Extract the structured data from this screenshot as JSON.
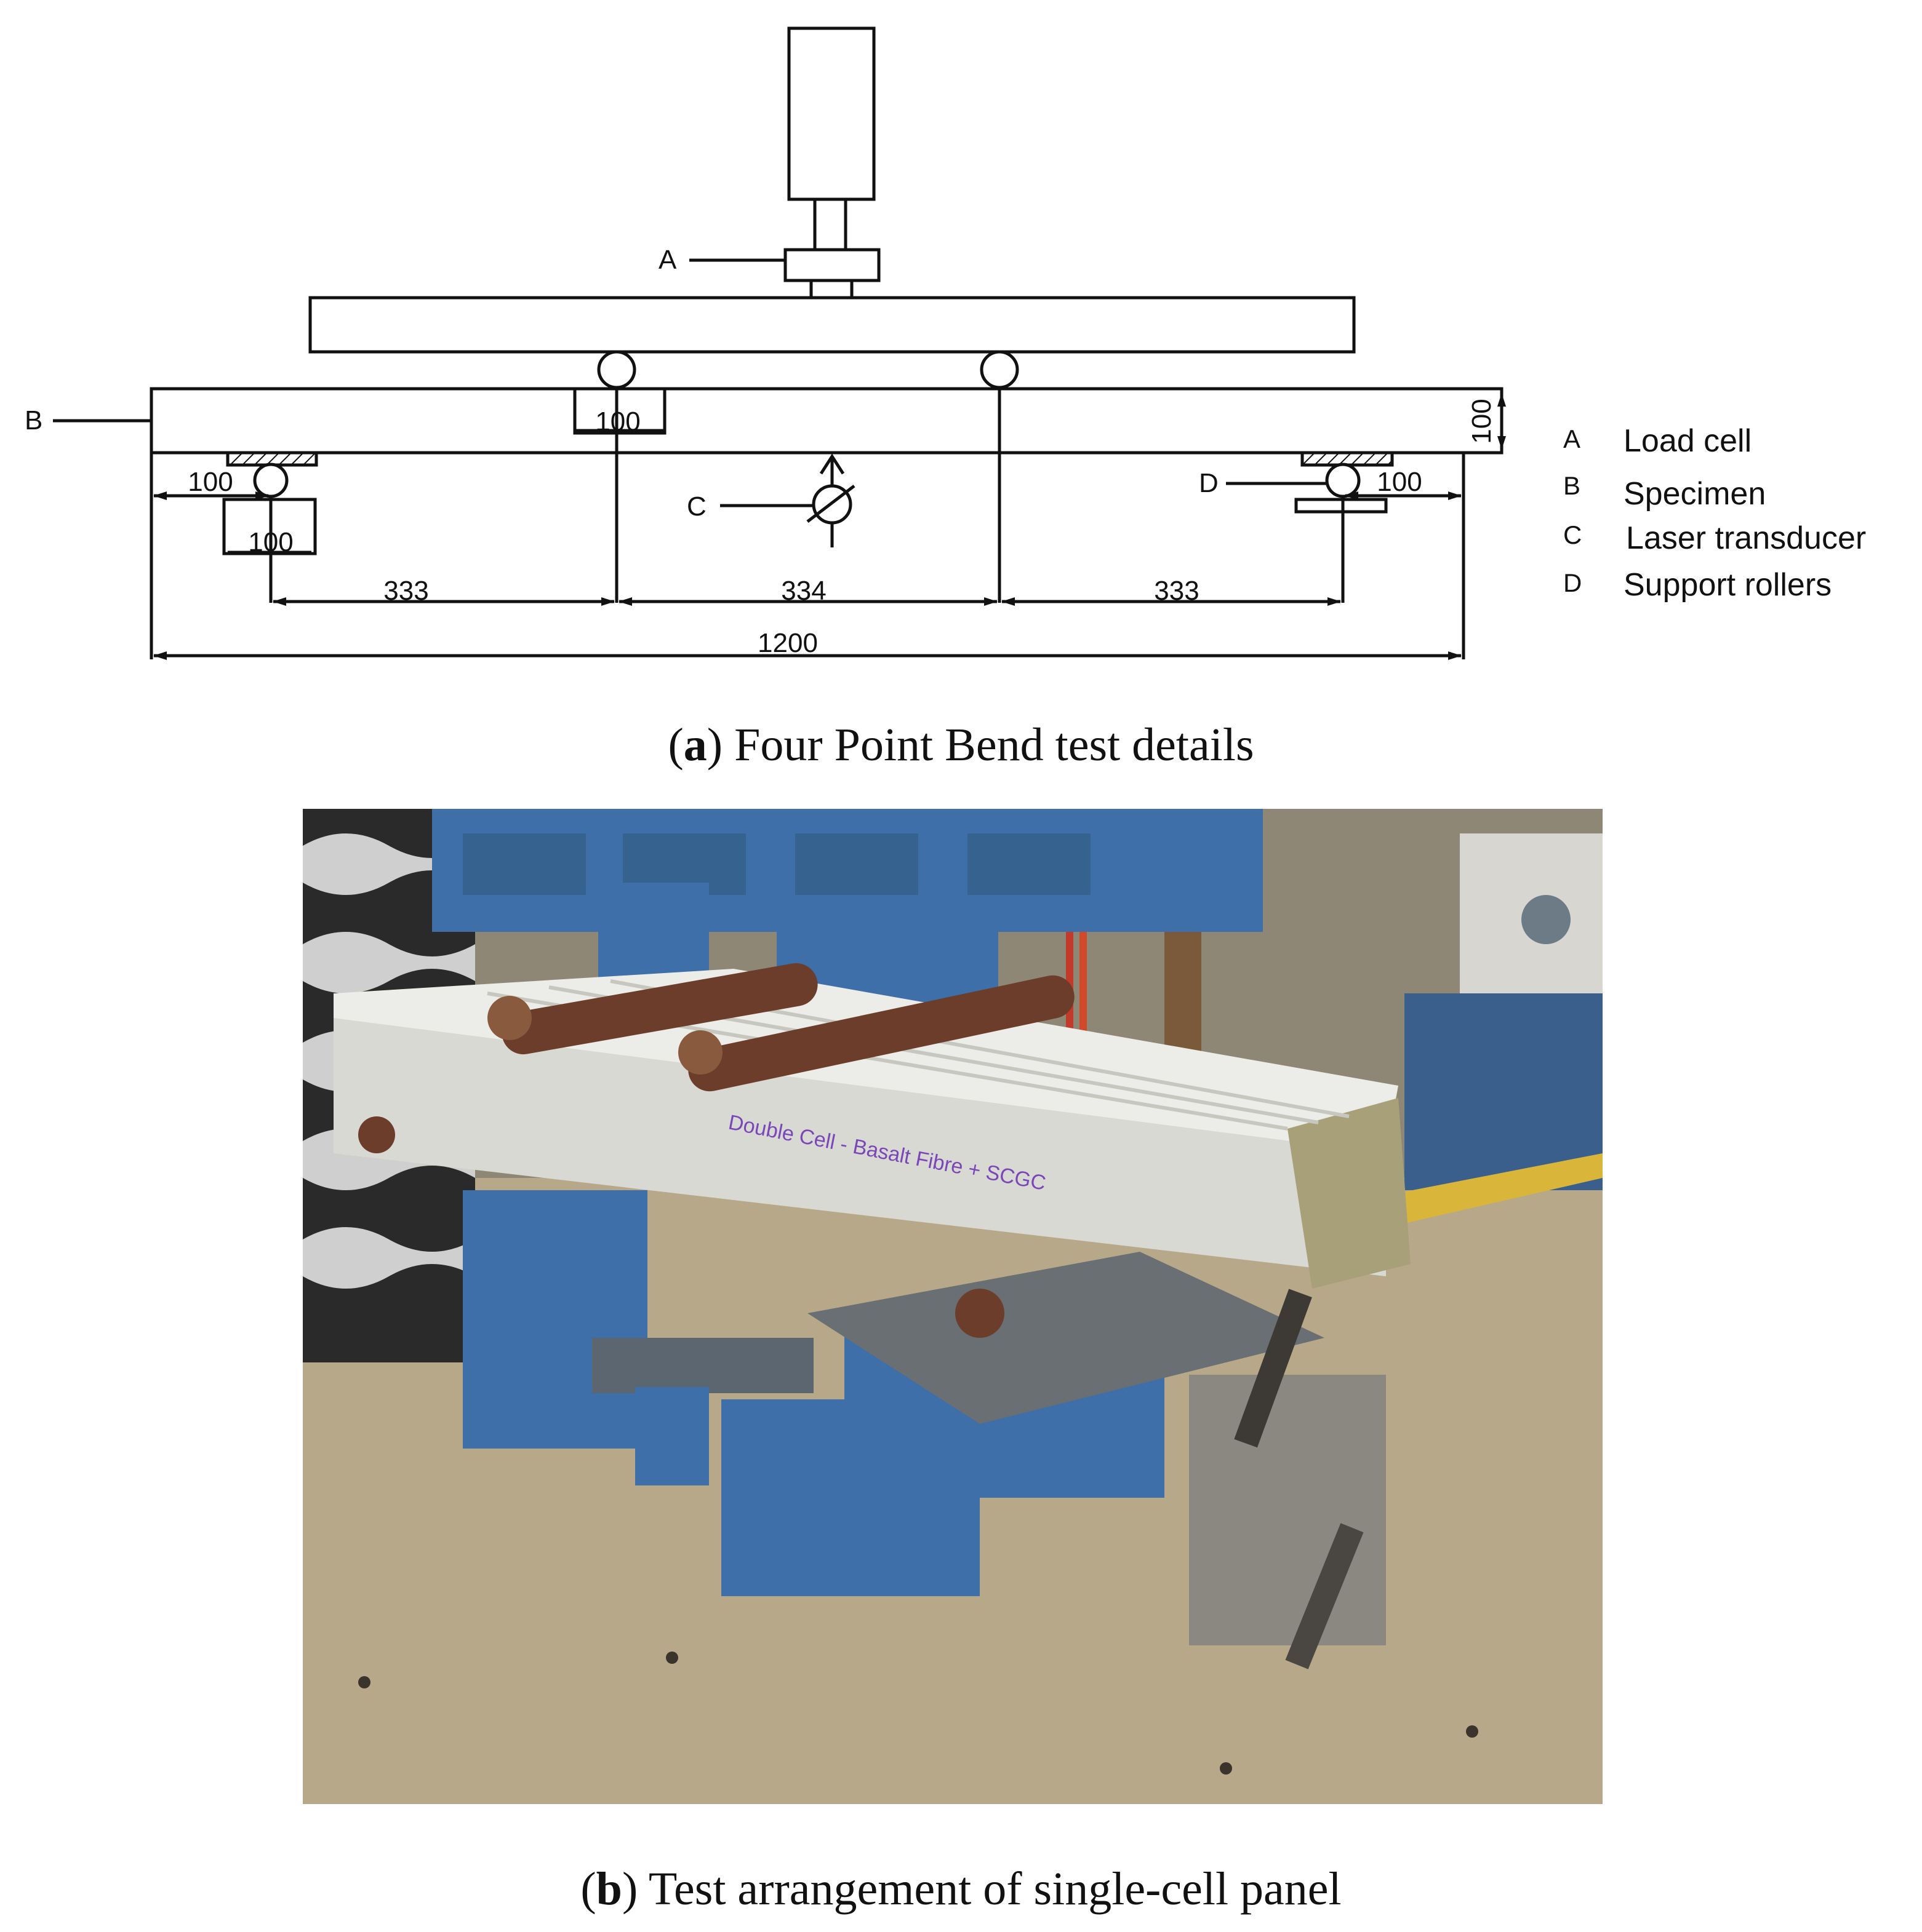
{
  "figure_a": {
    "caption_letter": "a",
    "caption_text": "Four Point Bend test details",
    "callouts": {
      "a": "A",
      "b": "B",
      "c": "C",
      "d": "D"
    },
    "dimensions": {
      "platen_width_left": "100",
      "specimen_depth": "100",
      "overhang_left": "100",
      "support_plate_left": "100",
      "overhang_right": "100",
      "span_left": "333",
      "span_middle": "334",
      "span_right": "333",
      "total_length": "1200"
    },
    "legend": [
      {
        "letter": "A",
        "label": "Load cell"
      },
      {
        "letter": "B",
        "label": "Specimen"
      },
      {
        "letter": "C",
        "label": "Laser transducer"
      },
      {
        "letter": "D",
        "label": "Support rollers"
      }
    ]
  },
  "figure_b": {
    "caption_letter": "b",
    "caption_text": "Test arrangement of single-cell panel",
    "specimen_marking": "Double Cell - Basalt Fibre + SCGC"
  },
  "colors": {
    "frame_blue": "#3e6fa8",
    "specimen_white": "#e6e6e2",
    "roller_brown": "#6b3d2a",
    "floor": "#b9a98c"
  }
}
